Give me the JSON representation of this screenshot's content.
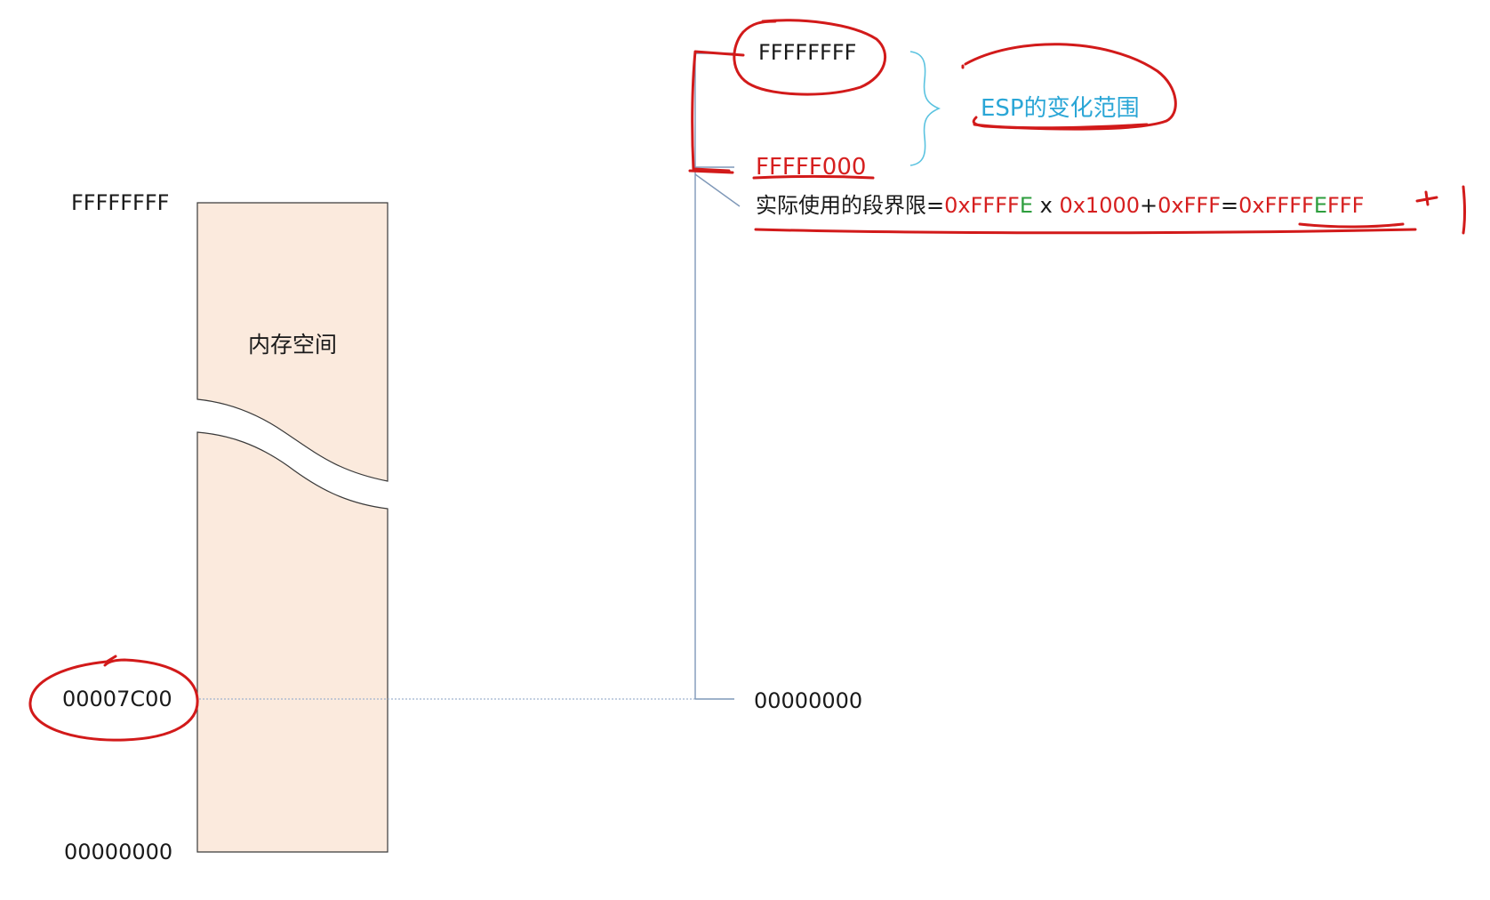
{
  "memory_block": {
    "label": "内存空间",
    "top_address": "FFFFFFFF",
    "bottom_address": "00000000",
    "marked_address": "00007C00",
    "fill_color": "#fbeadd"
  },
  "stack_segment": {
    "top_address": "FFFFFFFF",
    "limit_address": "FFFFF000",
    "base_address": "00000000",
    "range_note": "ESP的变化范围"
  },
  "formula": {
    "parts": [
      {
        "text": "实际使用的段界限=",
        "color": "black"
      },
      {
        "text": "0xFFFF",
        "color": "red"
      },
      {
        "text": "E",
        "color": "green"
      },
      {
        "text": " x ",
        "color": "black"
      },
      {
        "text": "0x1000",
        "color": "red"
      },
      {
        "text": "+",
        "color": "black"
      },
      {
        "text": "0xFFF",
        "color": "red"
      },
      {
        "text": "=",
        "color": "black"
      },
      {
        "text": "0xFFFF",
        "color": "red"
      },
      {
        "text": "E",
        "color": "green"
      },
      {
        "text": "FFF",
        "color": "red"
      }
    ]
  },
  "colors": {
    "annotation_red": "#d21a1a",
    "note_blue": "#2aa6d6",
    "highlight_green": "#2e9e3e",
    "line_blue": "#7f98b8"
  }
}
